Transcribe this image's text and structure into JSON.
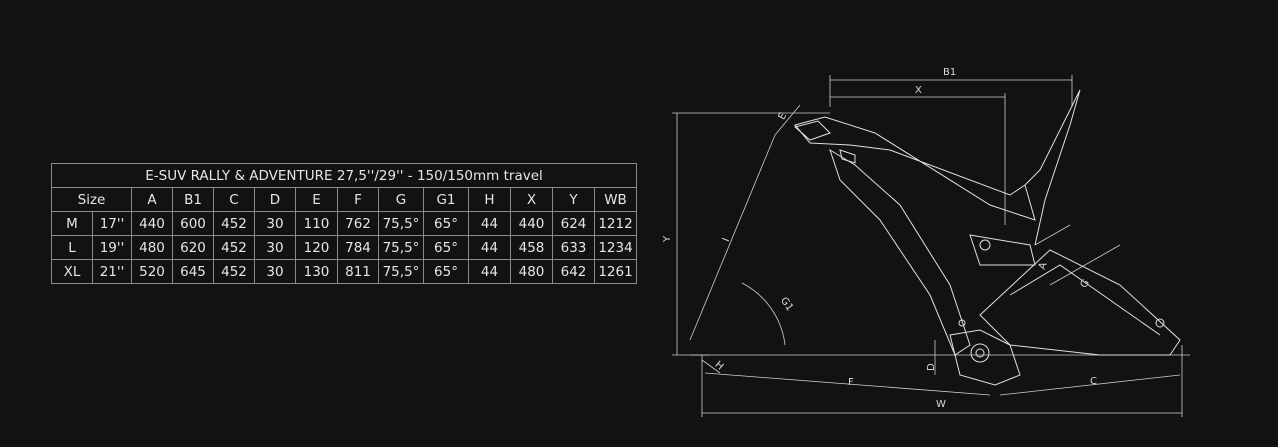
{
  "table": {
    "title": "E-SUV RALLY & ADVENTURE 27,5''/29'' - 150/150mm travel",
    "size_header": "Size",
    "columns": [
      "A",
      "B1",
      "C",
      "D",
      "E",
      "F",
      "G",
      "G1",
      "H",
      "X",
      "Y",
      "WB"
    ],
    "rows": [
      {
        "size": "M",
        "inch": "17''",
        "values": [
          "440",
          "600",
          "452",
          "30",
          "110",
          "762",
          "75,5°",
          "65°",
          "44",
          "440",
          "624",
          "1212"
        ]
      },
      {
        "size": "L",
        "inch": "19''",
        "values": [
          "480",
          "620",
          "452",
          "30",
          "120",
          "784",
          "75,5°",
          "65°",
          "44",
          "458",
          "633",
          "1234"
        ]
      },
      {
        "size": "XL",
        "inch": "21''",
        "values": [
          "520",
          "645",
          "452",
          "30",
          "130",
          "811",
          "75,5°",
          "65°",
          "44",
          "480",
          "642",
          "1261"
        ]
      }
    ]
  },
  "diagram": {
    "labels": {
      "B1": "B1",
      "X": "X",
      "Y": "Y",
      "E": "E",
      "I": "I",
      "G1": "G1",
      "A": "A",
      "G": "G",
      "H": "H",
      "D": "D",
      "F": "F",
      "C": "C",
      "W": "W"
    },
    "line_color": "#d0d0d0"
  }
}
